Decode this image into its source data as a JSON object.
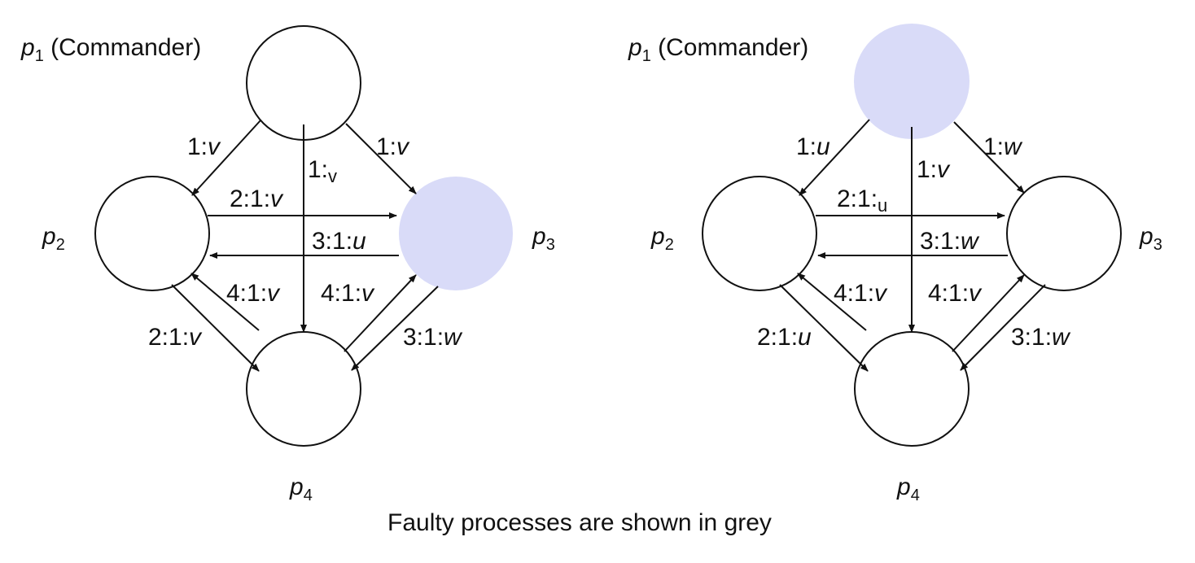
{
  "colors": {
    "faulty_fill": "#d9dbf8",
    "stroke": "#111111",
    "background": "#ffffff"
  },
  "caption": "Faulty processes are shown in grey",
  "diagrams": [
    {
      "id": "left",
      "nodes": {
        "p1": {
          "name": "p",
          "sub": "1",
          "suffix": " (Commander)",
          "faulty": false
        },
        "p2": {
          "name": "p",
          "sub": "2",
          "faulty": false
        },
        "p3": {
          "name": "p",
          "sub": "3",
          "faulty": true
        },
        "p4": {
          "name": "p",
          "sub": "4",
          "faulty": false
        }
      },
      "messages": {
        "p1_p2": {
          "prefix": "1:",
          "value": "v"
        },
        "p1_p4": {
          "prefix": "1:",
          "value": "v"
        },
        "p1_p3": {
          "prefix": "1:",
          "value": "v"
        },
        "p2_p3": {
          "prefix": "2:1:",
          "value": "v"
        },
        "p3_p2": {
          "prefix": "3:1:",
          "value": "u"
        },
        "p4_p2": {
          "prefix": "4:1:",
          "value": "v"
        },
        "p4_p3": {
          "prefix": "4:1:",
          "value": "v"
        },
        "p2_p4": {
          "prefix": "2:1:",
          "value": "v"
        },
        "p3_p4": {
          "prefix": "3:1:",
          "value": "w"
        }
      }
    },
    {
      "id": "right",
      "nodes": {
        "p1": {
          "name": "p",
          "sub": "1",
          "suffix": " (Commander)",
          "faulty": true
        },
        "p2": {
          "name": "p",
          "sub": "2",
          "faulty": false
        },
        "p3": {
          "name": "p",
          "sub": "3",
          "faulty": false
        },
        "p4": {
          "name": "p",
          "sub": "4",
          "faulty": false
        }
      },
      "messages": {
        "p1_p2": {
          "prefix": "1:",
          "value": "u"
        },
        "p1_p4": {
          "prefix": "1:",
          "value": "v"
        },
        "p1_p3": {
          "prefix": "1:",
          "value": "w"
        },
        "p2_p3": {
          "prefix": "2:1:",
          "value": "u"
        },
        "p3_p2": {
          "prefix": "3:1:",
          "value": "w"
        },
        "p4_p2": {
          "prefix": "4:1:",
          "value": "v"
        },
        "p4_p3": {
          "prefix": "4:1:",
          "value": "v"
        },
        "p2_p4": {
          "prefix": "2:1:",
          "value": "u"
        },
        "p3_p4": {
          "prefix": "3:1:",
          "value": "w"
        }
      }
    }
  ]
}
